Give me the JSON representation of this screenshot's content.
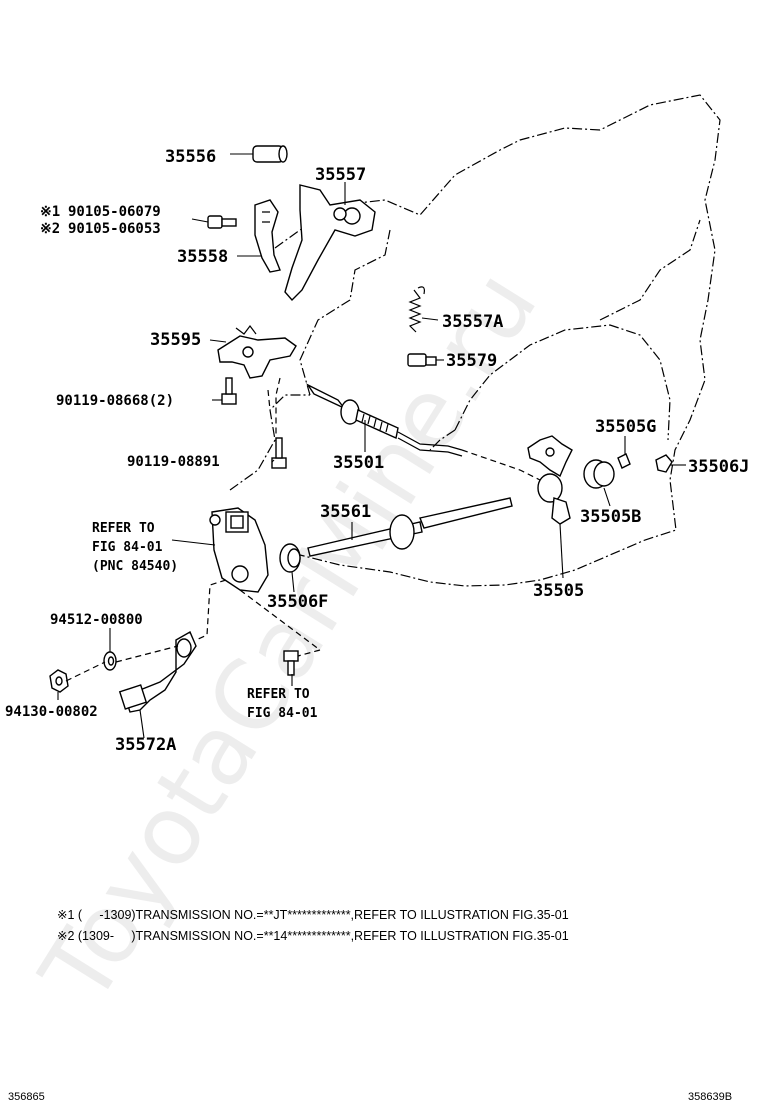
{
  "watermark": "ToyotaCarMine.ru",
  "callouts": {
    "p35556": "35556",
    "p35557": "35557",
    "p90105_06079_mark": "※1",
    "p90105_06079": "90105-06079",
    "p90105_06053_mark": "※2",
    "p90105_06053": "90105-06053",
    "p35558": "35558",
    "p35557A": "35557A",
    "p35595": "35595",
    "p35579": "35579",
    "p90119_08668": "90119-08668(2)",
    "p35505G": "35505G",
    "p90119_08891": "90119-08891",
    "p35501": "35501",
    "p35506J": "35506J",
    "p35561": "35561",
    "p35505B": "35505B",
    "p35506F": "35506F",
    "p35505": "35505",
    "p94512_00800": "94512-00800",
    "p94130_00802": "94130-00802",
    "p35572A": "35572A"
  },
  "refers": {
    "refer1_line1": "REFER TO",
    "refer1_line2": "FIG 84-01",
    "refer1_line3": "(PNC 84540)",
    "refer2_line1": "REFER TO",
    "refer2_line2": "FIG 84-01"
  },
  "footnotes": {
    "note1": "※1 (     -1309)TRANSMISSION NO.=**JT*************,REFER TO ILLUSTRATION FIG.35-01",
    "note2": "※2 (1309-     )TRANSMISSION NO.=**14*************,REFER TO ILLUSTRATION FIG.35-01"
  },
  "codes": {
    "left": "356865",
    "right": "358639B"
  }
}
